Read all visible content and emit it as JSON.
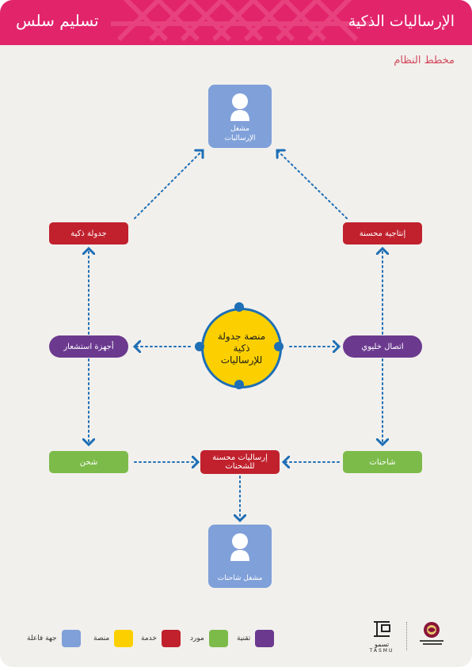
{
  "header": {
    "title": "الإرساليات الذكية",
    "brand": "تسليم سلس"
  },
  "section_title": "مخطط النظام",
  "actors": {
    "top": "مشغل الإرساليات",
    "bottom": "مشغل شاحنات"
  },
  "hub": {
    "label": "منصة جدولة ذكية للإرساليات"
  },
  "boxes": {
    "smart_scheduling": "جدولة ذكية",
    "improved_productivity": "إنتاجية محسنة",
    "sensors": "أجهزة استشعار",
    "gulf_connect": "اتصال خليوي",
    "shipping": "شحن",
    "improved_shipments": "إرساليات محسنة للشحنات",
    "trucks": "شاحنات"
  },
  "legend": {
    "actor": "جهة فاعلة",
    "platform": "منصة",
    "service": "خدمة",
    "supplier": "مورد",
    "technology": "تقنية"
  },
  "logos": {
    "tasmu_ar": "تسمو",
    "tasmu_en": "TASMU"
  },
  "colors": {
    "header": "#e2246b",
    "actor": "#7fa0d9",
    "platform": "#fcd000",
    "service": "#c0212d",
    "supplier": "#7cbb4a",
    "technology": "#6b3a8f",
    "connector": "#1e6fb5"
  }
}
